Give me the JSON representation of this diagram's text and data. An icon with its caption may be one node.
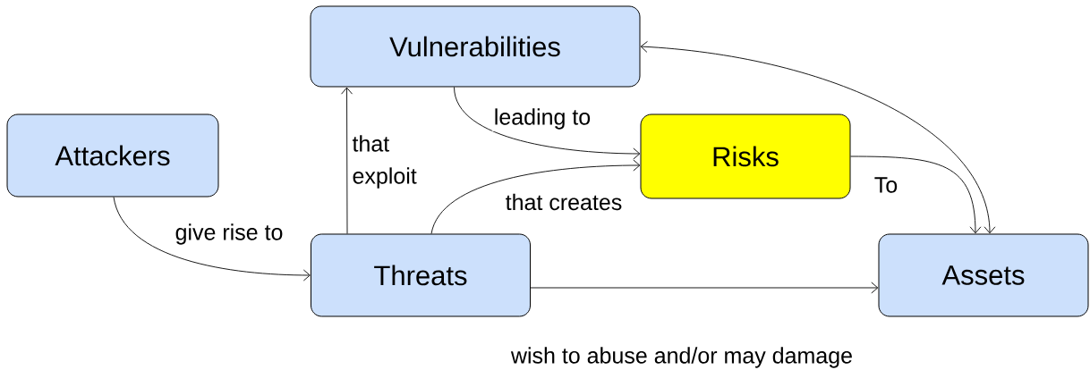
{
  "diagram": {
    "nodes": [
      {
        "text": [
          "Vulnerabilities"
        ]
      },
      {
        "text": [
          "Attackers"
        ]
      },
      {
        "text": [
          "Risks"
        ]
      },
      {
        "text": [
          "Threats"
        ]
      },
      {
        "text": [
          "Assets"
        ]
      }
    ],
    "edges": [
      {
        "from": 1,
        "to": 3,
        "arrow": "to",
        "label": "give rise to"
      },
      {
        "from": 3,
        "to": 0,
        "arrow": "to",
        "label": "that exploit"
      },
      {
        "from": 0,
        "to": 2,
        "arrow": "to",
        "label": "leading to"
      },
      {
        "from": 3,
        "to": 2,
        "arrow": "to",
        "label": "that creates"
      },
      {
        "from": 2,
        "to": 4,
        "arrow": "to",
        "label": "To"
      },
      {
        "from": 0,
        "to": 4,
        "arrow": "both"
      },
      {
        "from": 3,
        "to": 4,
        "arrow": "to",
        "label": "wish to abuse and/or may damage"
      }
    ]
  }
}
